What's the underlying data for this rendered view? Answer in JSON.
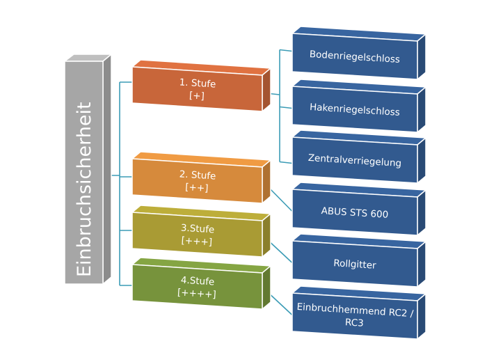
{
  "diagram": {
    "root": {
      "label": "Einbruchsicherheit",
      "color": "#a6a6a6"
    },
    "levels": [
      {
        "label_line1": "1. Stufe",
        "label_line2": "[+]",
        "color": "#c8663a"
      },
      {
        "label_line1": "2. Stufe",
        "label_line2": "[++]",
        "color": "#d68a3c"
      },
      {
        "label_line1": "3.Stufe",
        "label_line2": "[+++]",
        "color": "#a99b34"
      },
      {
        "label_line1": "4.Stufe",
        "label_line2": "[++++]",
        "color": "#77933c"
      }
    ],
    "items": [
      {
        "label_line1": "Bodenriegelschloss",
        "label_line2": "",
        "level": 1
      },
      {
        "label_line1": "Hakenriegelschloss",
        "label_line2": "",
        "level": 1
      },
      {
        "label_line1": "Zentralverriegelung",
        "label_line2": "",
        "level": 1
      },
      {
        "label_line1": "ABUS STS 600",
        "label_line2": "",
        "level": 2
      },
      {
        "label_line1": "Rollgitter",
        "label_line2": "",
        "level": 3
      },
      {
        "label_line1": "Einbruchhemmend RC2 /",
        "label_line2": "RC3",
        "level": 4
      }
    ],
    "item_color": "#325a8f",
    "connector_color": "#3a9bb5"
  }
}
